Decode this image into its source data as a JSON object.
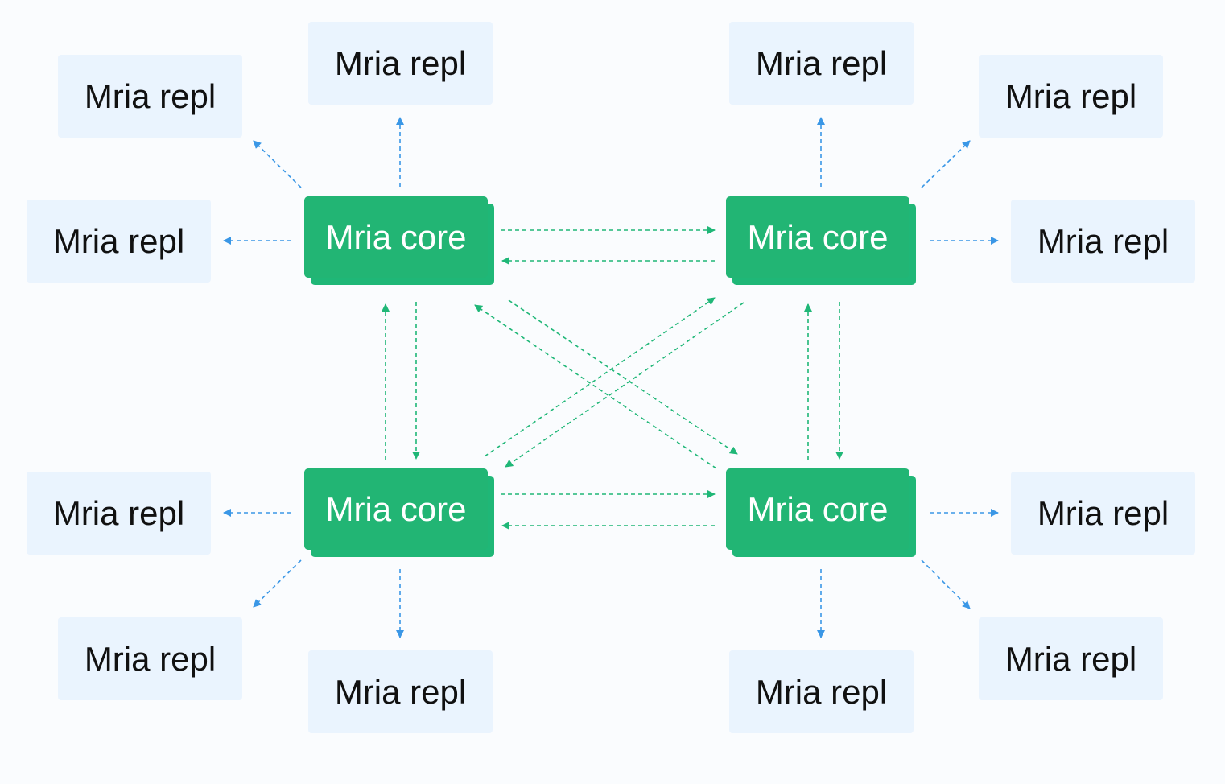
{
  "colors": {
    "core_fill": "#22b574",
    "core_text": "#ffffff",
    "repl_fill": "#eaf4fe",
    "repl_text": "#111111",
    "core_link": "#1fb777",
    "repl_link": "#3a97e6"
  },
  "nodes": {
    "core_top_left": "Mria core",
    "core_top_right": "Mria core",
    "core_bottom_left": "Mria core",
    "core_bottom_right": "Mria core",
    "repl_tl_upper_left": "Mria repl",
    "repl_tl_top": "Mria repl",
    "repl_tl_left": "Mria repl",
    "repl_tr_top": "Mria repl",
    "repl_tr_upper_right": "Mria repl",
    "repl_tr_right": "Mria repl",
    "repl_bl_left": "Mria repl",
    "repl_bl_lower_left": "Mria repl",
    "repl_bl_bottom": "Mria repl",
    "repl_br_right": "Mria repl",
    "repl_br_lower_right": "Mria repl",
    "repl_br_bottom": "Mria repl"
  }
}
